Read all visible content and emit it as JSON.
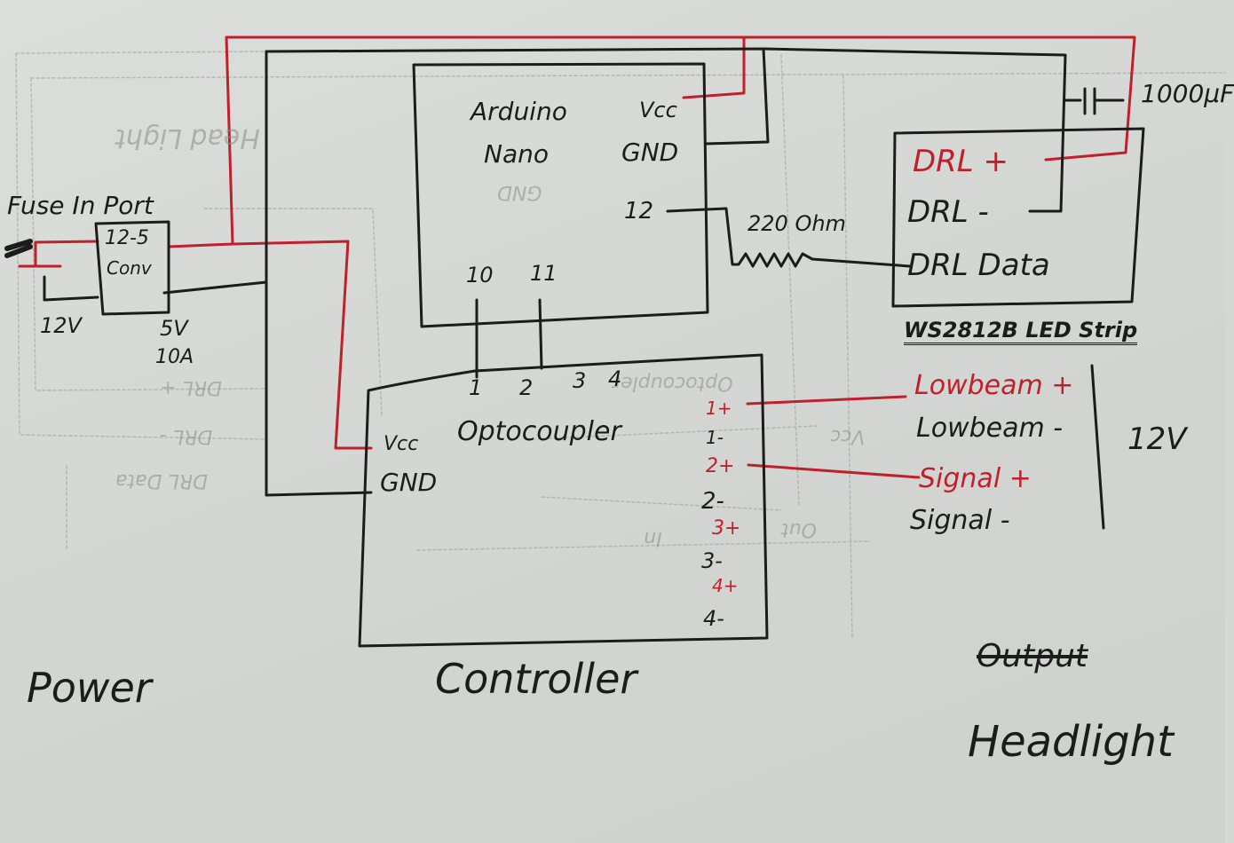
{
  "diagram": {
    "type": "hand-drawn wiring schematic",
    "colors": {
      "paper": "#d6d8d6",
      "ink_black": "#1c1c1c",
      "ink_red": "#c0202c",
      "pencil": "#8a8c8a"
    },
    "sections": {
      "power": "Power",
      "controller": "Controller",
      "output_struck": "Output",
      "headlight": "Headlight"
    },
    "power": {
      "fuse_label": "Fuse In Port",
      "converter_line1": "12-5",
      "converter_line2": "Conv",
      "input_voltage": "12V",
      "output_voltage": "5V",
      "output_current": "10A"
    },
    "arduino": {
      "title_line1": "Arduino",
      "title_line2": "Nano",
      "pins": {
        "vcc": "Vcc",
        "gnd": "GND",
        "d12": "12",
        "d10": "10",
        "d11": "11"
      }
    },
    "optocoupler": {
      "title": "Optocoupler",
      "vcc": "Vcc",
      "gnd": "GND",
      "inputs": [
        "1",
        "2",
        "3",
        "4"
      ],
      "outputs": [
        {
          "label": "1+",
          "color": "red"
        },
        {
          "label": "1-",
          "color": "black"
        },
        {
          "label": "2+",
          "color": "red"
        },
        {
          "label": "2-",
          "color": "black"
        },
        {
          "label": "3+",
          "color": "red"
        },
        {
          "label": "3-",
          "color": "black"
        },
        {
          "label": "4+",
          "color": "red"
        },
        {
          "label": "4-",
          "color": "black"
        }
      ]
    },
    "resistor": {
      "label": "220 Ohm"
    },
    "capacitor": {
      "label": "1000μF"
    },
    "led_strip": {
      "title": "WS2812B LED Strip",
      "pins": {
        "plus": "DRL +",
        "minus": "DRL -",
        "data": "DRL Data"
      }
    },
    "headlight_connections": {
      "items": [
        {
          "label": "Lowbeam +",
          "color": "red"
        },
        {
          "label": "Lowbeam -",
          "color": "black"
        },
        {
          "label": "Signal +",
          "color": "red"
        },
        {
          "label": "Signal -",
          "color": "black"
        }
      ],
      "voltage": "12V"
    },
    "ghost_pencil_labels": [
      "Head Light",
      "DRL +",
      "DRL -",
      "DRL Data",
      "Optocoupler",
      "Vcc",
      "GND",
      "Out",
      "In"
    ]
  }
}
